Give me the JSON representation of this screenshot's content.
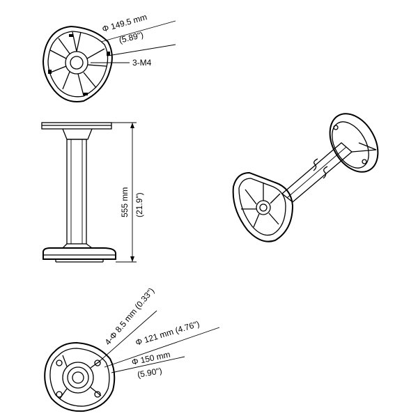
{
  "top_view": {
    "diameter_mm": "Φ 149.5 mm",
    "diameter_in": "(5.89\")",
    "thread": "3-M4"
  },
  "side_view": {
    "height_mm": "555  mm",
    "height_in": "(21.9\")"
  },
  "bottom_view": {
    "holes": "4-Φ 8.5 mm (0.33\")",
    "pcd": "Φ 121 mm (4.76\")",
    "base_mm": "Φ 150 mm",
    "base_in": "(5.90\")"
  }
}
